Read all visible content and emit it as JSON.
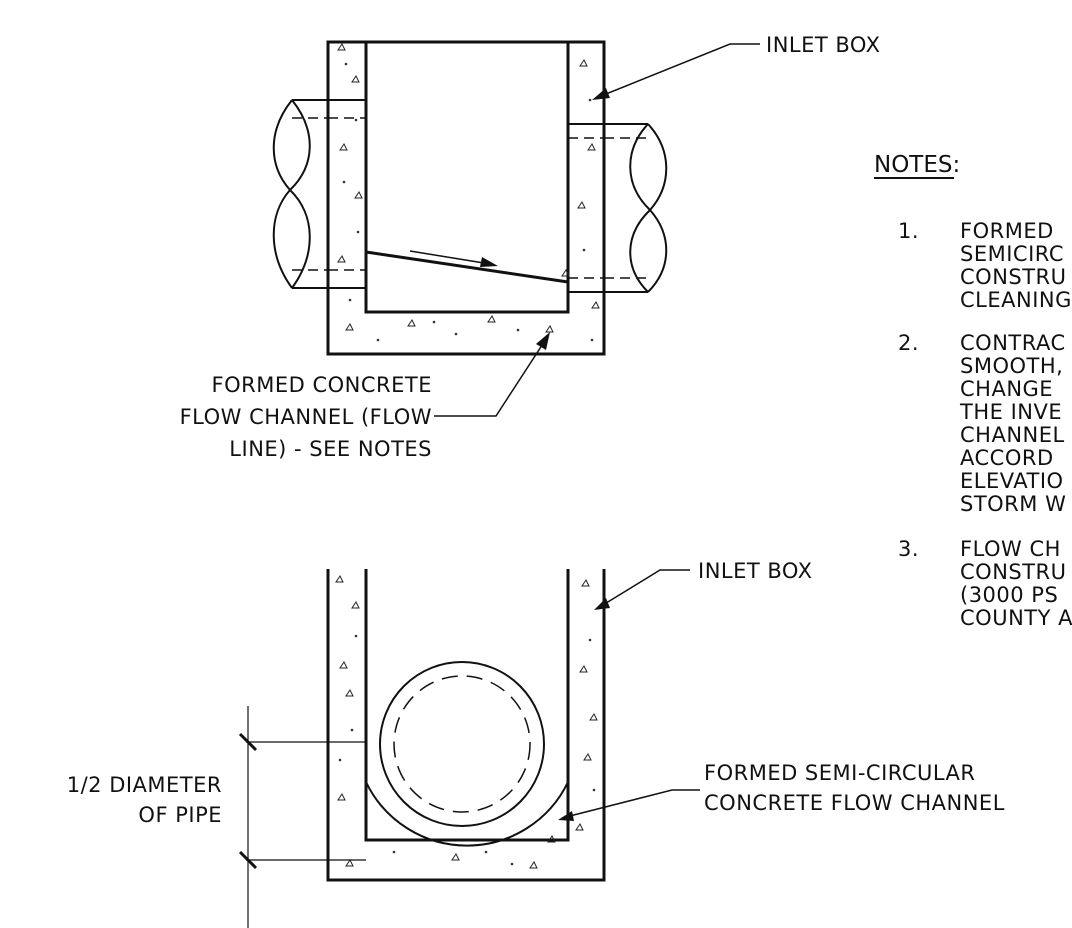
{
  "labels": {
    "top_inlet_box": "INLET BOX",
    "top_channel_line1": "FORMED CONCRETE",
    "top_channel_line2": "FLOW CHANNEL (FLOW",
    "top_channel_line3": "LINE) - SEE NOTES",
    "bottom_inlet_box": "INLET BOX",
    "semi_channel_line1": "FORMED SEMI-CIRCULAR",
    "semi_channel_line2": "CONCRETE FLOW CHANNEL",
    "dimension_line1": "1/2 DIAMETER",
    "dimension_line2": "OF PIPE"
  },
  "notes": {
    "title": "NOTES:",
    "items": [
      {
        "number": "1.",
        "lines": [
          "FORMED",
          "SEMICIRC",
          "CONSTRU",
          "CLEANING"
        ]
      },
      {
        "number": "2.",
        "lines": [
          "CONTRAC",
          "SMOOTH,",
          "CHANGE",
          "THE INVE",
          "CHANNEL",
          "ACCORD",
          "ELEVATIO",
          "STORM W"
        ]
      },
      {
        "number": "3.",
        "lines": [
          "FLOW CH",
          "CONSTRU",
          "(3000 PS",
          "COUNTY A"
        ]
      }
    ]
  },
  "colors": {
    "ink": "#111111",
    "background": "#ffffff"
  }
}
